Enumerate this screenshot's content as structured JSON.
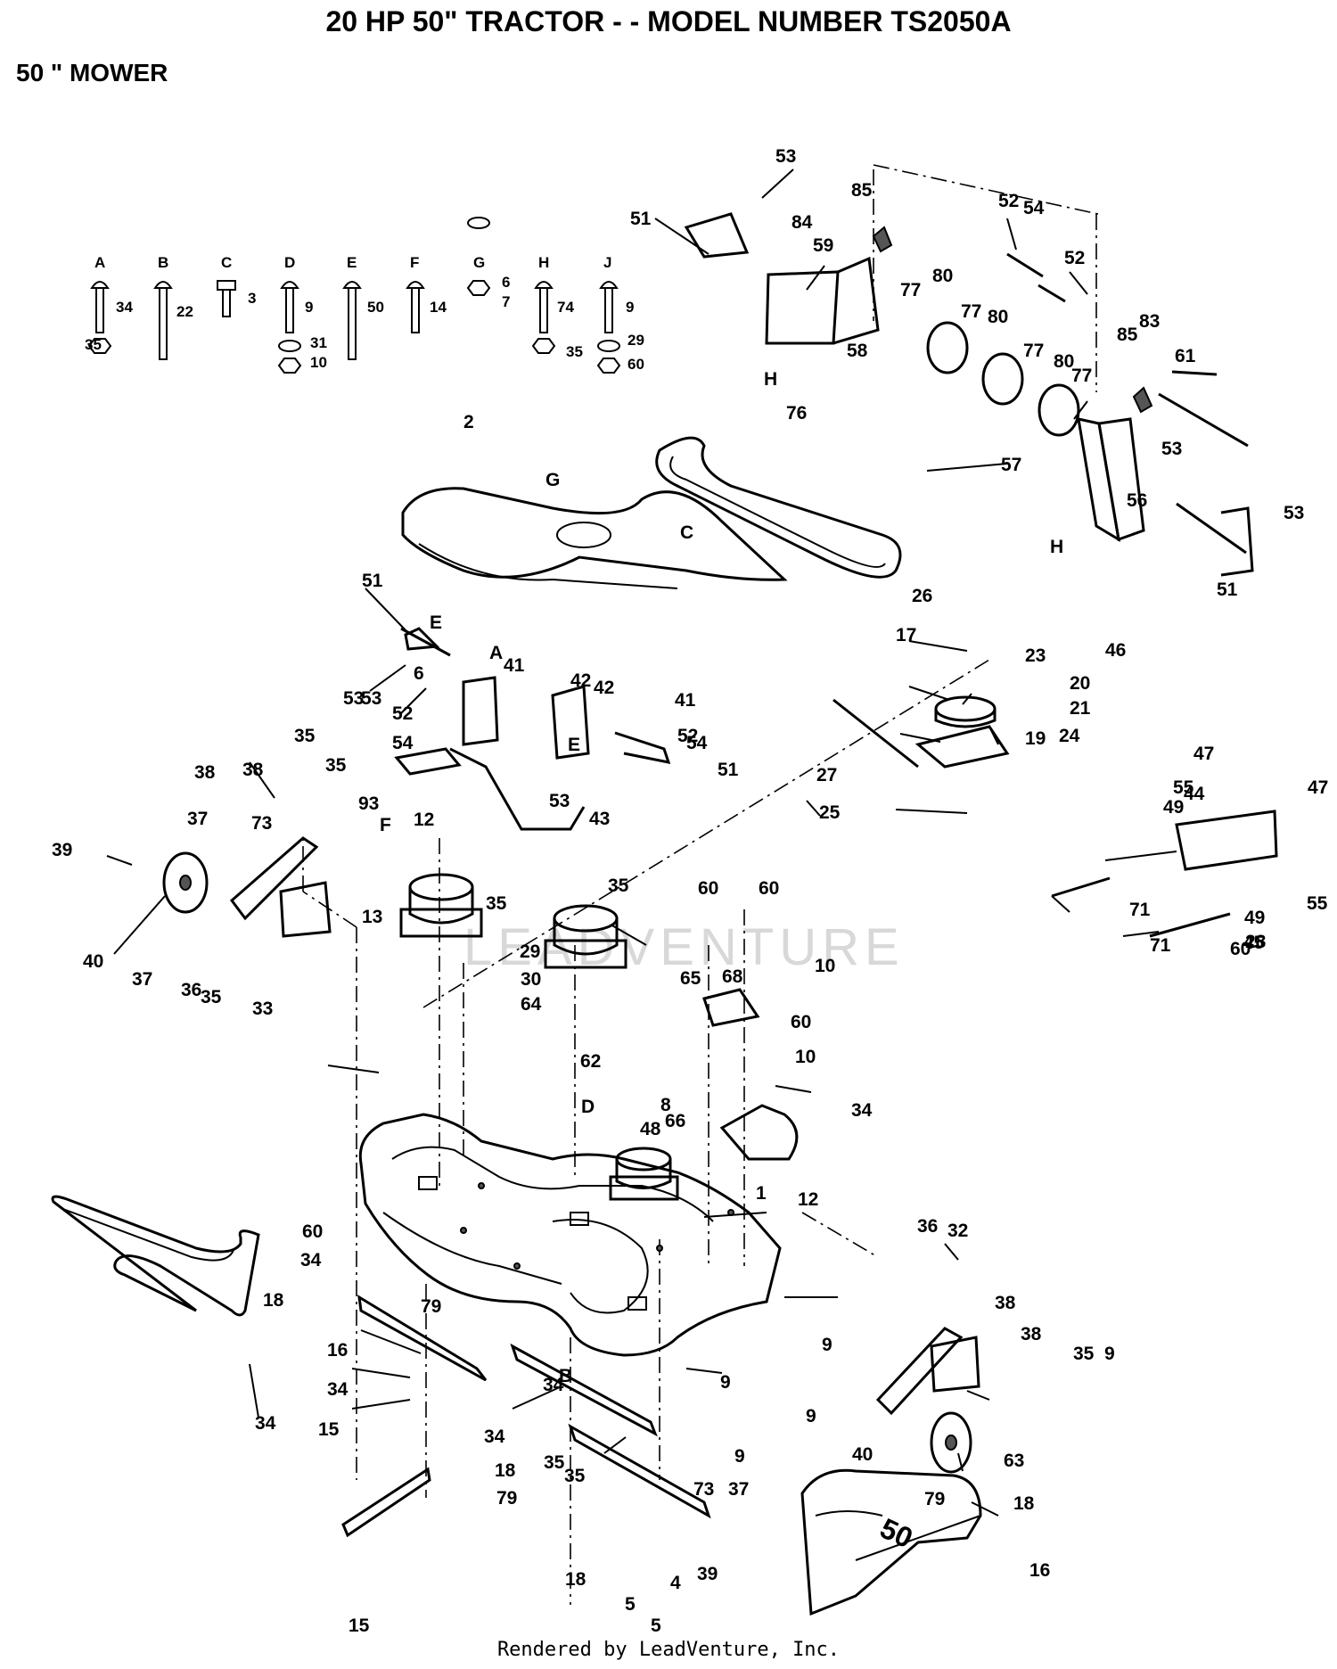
{
  "title": "20 HP 50\" TRACTOR - - MODEL NUMBER TS2050A",
  "subtitle": "50 \" MOWER",
  "footer": "Rendered by LeadVenture, Inc.",
  "watermark": "LEADVENTURE",
  "hardware_legend": [
    {
      "letter": "A",
      "numbers": [
        "34",
        "35"
      ]
    },
    {
      "letter": "B",
      "numbers": [
        "22"
      ]
    },
    {
      "letter": "C",
      "numbers": [
        "3"
      ]
    },
    {
      "letter": "D",
      "numbers": [
        "9",
        "31",
        "10"
      ]
    },
    {
      "letter": "E",
      "numbers": [
        "50"
      ]
    },
    {
      "letter": "F",
      "numbers": [
        "14"
      ]
    },
    {
      "letter": "G",
      "numbers": [
        "6",
        "7"
      ]
    },
    {
      "letter": "H",
      "numbers": [
        "74",
        "35"
      ]
    },
    {
      "letter": "J",
      "numbers": [
        "9",
        "29",
        "60"
      ]
    }
  ],
  "callouts": [
    "53",
    "85",
    "52",
    "54",
    "51",
    "84",
    "59",
    "77",
    "80",
    "77",
    "80",
    "52",
    "77",
    "80",
    "83",
    "77",
    "85",
    "61",
    "58",
    "H",
    "76",
    "53",
    "57",
    "56",
    "53",
    "H",
    "51",
    "2",
    "G",
    "C",
    "26",
    "17",
    "46",
    "23",
    "20",
    "21",
    "24",
    "19",
    "27",
    "25",
    "51",
    "E",
    "A",
    "41",
    "42",
    "42",
    "41",
    "53",
    "6",
    "53",
    "52",
    "E",
    "54",
    "52",
    "54",
    "51",
    "53",
    "43",
    "35",
    "35",
    "38",
    "38",
    "93",
    "12",
    "F",
    "37",
    "73",
    "39",
    "40",
    "37",
    "36",
    "35",
    "33",
    "35",
    "35",
    "13",
    "60",
    "60",
    "47",
    "55",
    "44",
    "49",
    "47",
    "55",
    "71",
    "49",
    "45",
    "71",
    "60",
    "28",
    "29",
    "30",
    "64",
    "65",
    "68",
    "10",
    "60",
    "62",
    "8",
    "66",
    "10",
    "D",
    "12",
    "1",
    "48",
    "34",
    "34",
    "60",
    "34",
    "18",
    "79",
    "16",
    "34",
    "15",
    "B",
    "34",
    "34",
    "35",
    "35",
    "36",
    "32",
    "38",
    "38",
    "35",
    "9",
    "9",
    "9",
    "9",
    "9",
    "73",
    "37",
    "39",
    "40",
    "63",
    "18",
    "79",
    "16",
    "18",
    "79",
    "18",
    "5",
    "4",
    "5",
    "15"
  ]
}
